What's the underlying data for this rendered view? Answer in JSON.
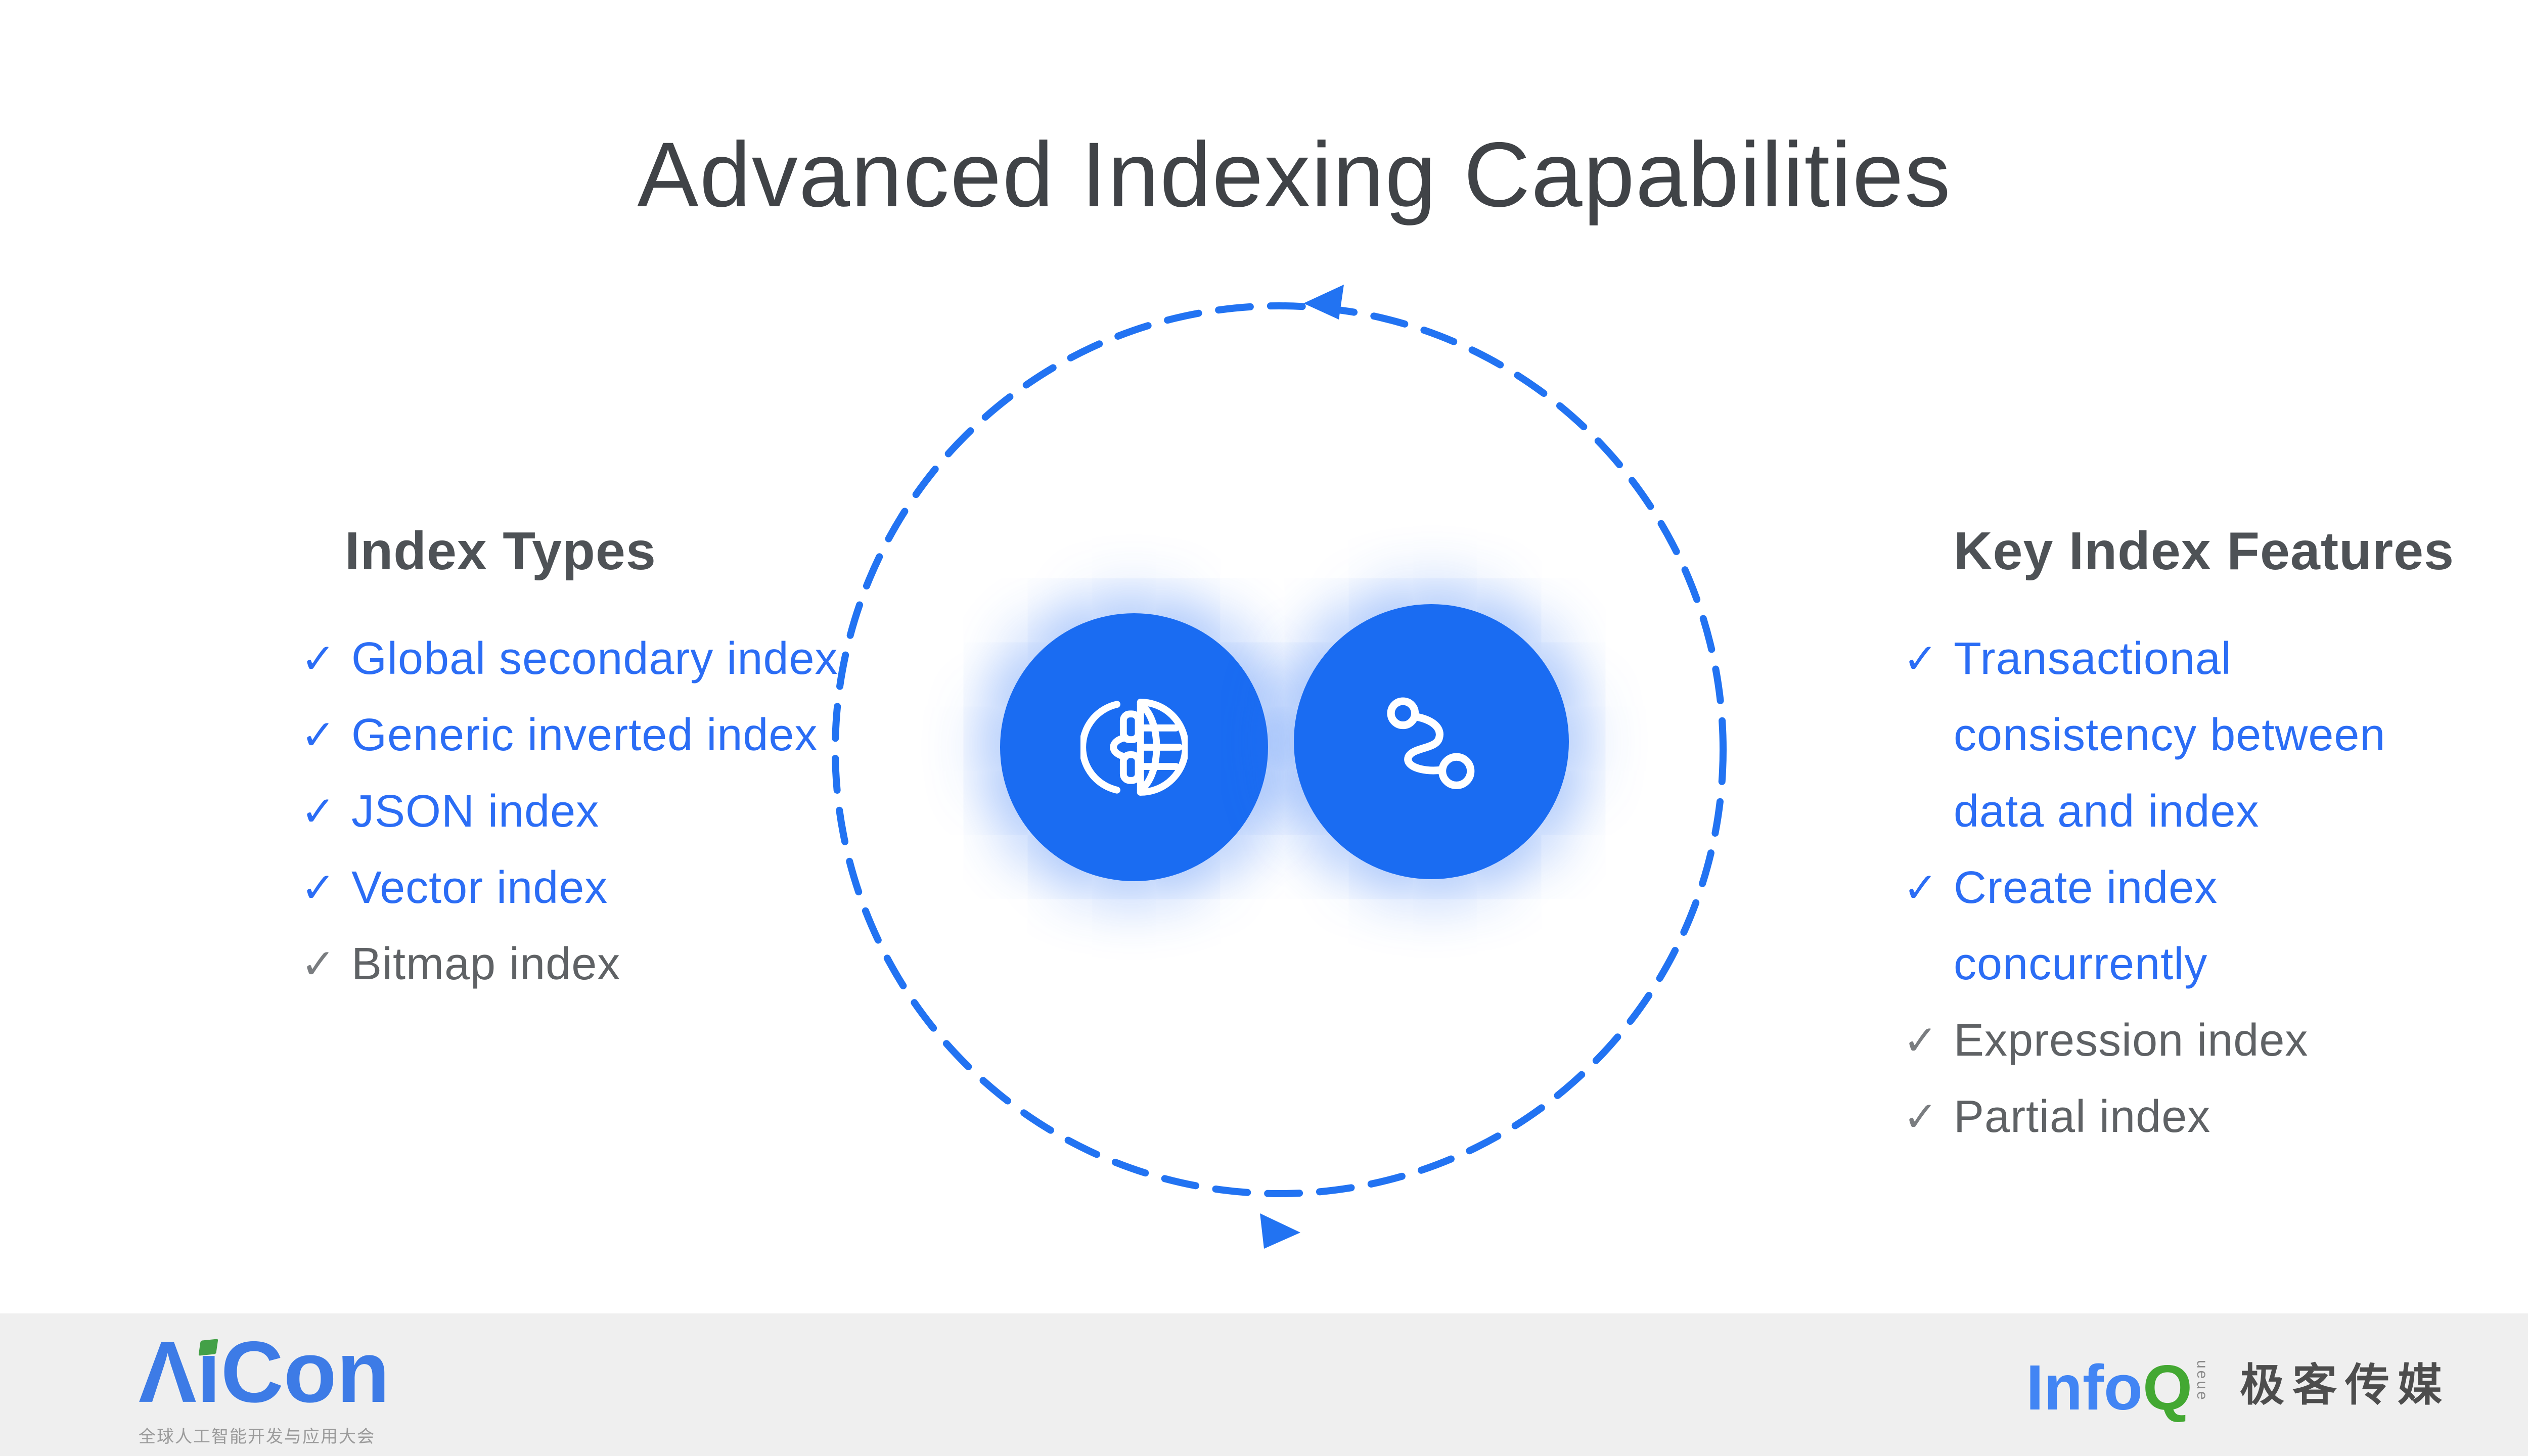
{
  "title": "Advanced Indexing Capabilities",
  "colors": {
    "blue": "#2b6df5",
    "ring": "#2273f2",
    "circle": "#1a6cf2",
    "title-gray": "#404347",
    "heading-gray": "#4e5256",
    "item-gray": "#5f6265",
    "check-gray": "#7a7d80",
    "footer-bg": "#efefef",
    "aicon-blue": "#3d7be6",
    "green": "#43a047",
    "infoq-blue": "#4285f4",
    "infoq-green": "#43a832",
    "infoq-text": "#4d4d4d",
    "tagline": "#9b9b9b"
  },
  "left_panel": {
    "heading": "Index Types",
    "items": [
      {
        "check": "✓",
        "text": "Global secondary index",
        "tone": "blue"
      },
      {
        "check": "✓",
        "text": "Generic inverted index",
        "tone": "blue"
      },
      {
        "check": "✓",
        "text": "JSON index",
        "tone": "blue"
      },
      {
        "check": "✓",
        "text": "Vector index",
        "tone": "blue"
      },
      {
        "check": "✓",
        "text": "Bitmap index",
        "tone": "gray"
      }
    ]
  },
  "right_panel": {
    "heading": "Key Index Features",
    "items": [
      {
        "check": "✓",
        "text": "Transactional",
        "tone": "blue"
      },
      {
        "check": "",
        "text": "consistency between",
        "tone": "blue"
      },
      {
        "check": "",
        "text": "data and index",
        "tone": "blue"
      },
      {
        "check": "✓",
        "text": "Create index",
        "tone": "blue"
      },
      {
        "check": "",
        "text": "concurrently",
        "tone": "blue"
      },
      {
        "check": "✓",
        "text": "Expression index",
        "tone": "gray"
      },
      {
        "check": "✓",
        "text": "Partial index",
        "tone": "gray"
      }
    ]
  },
  "diagram": {
    "left_icon": "phone-globe-icon",
    "right_icon": "route-path-icon",
    "ring": "dashed-cycle-ring",
    "arrows": [
      "counterclockwise-top-arrow",
      "counterclockwise-bottom-arrow"
    ]
  },
  "footer": {
    "aicon": {
      "a": "Λ",
      "i": "ı",
      "rest": "Con",
      "tagline": "全球人工智能开发与应用大会"
    },
    "infoq": {
      "info": "Info",
      "q": "Q",
      "ueue": "ueue",
      "media": "极客传媒"
    }
  }
}
